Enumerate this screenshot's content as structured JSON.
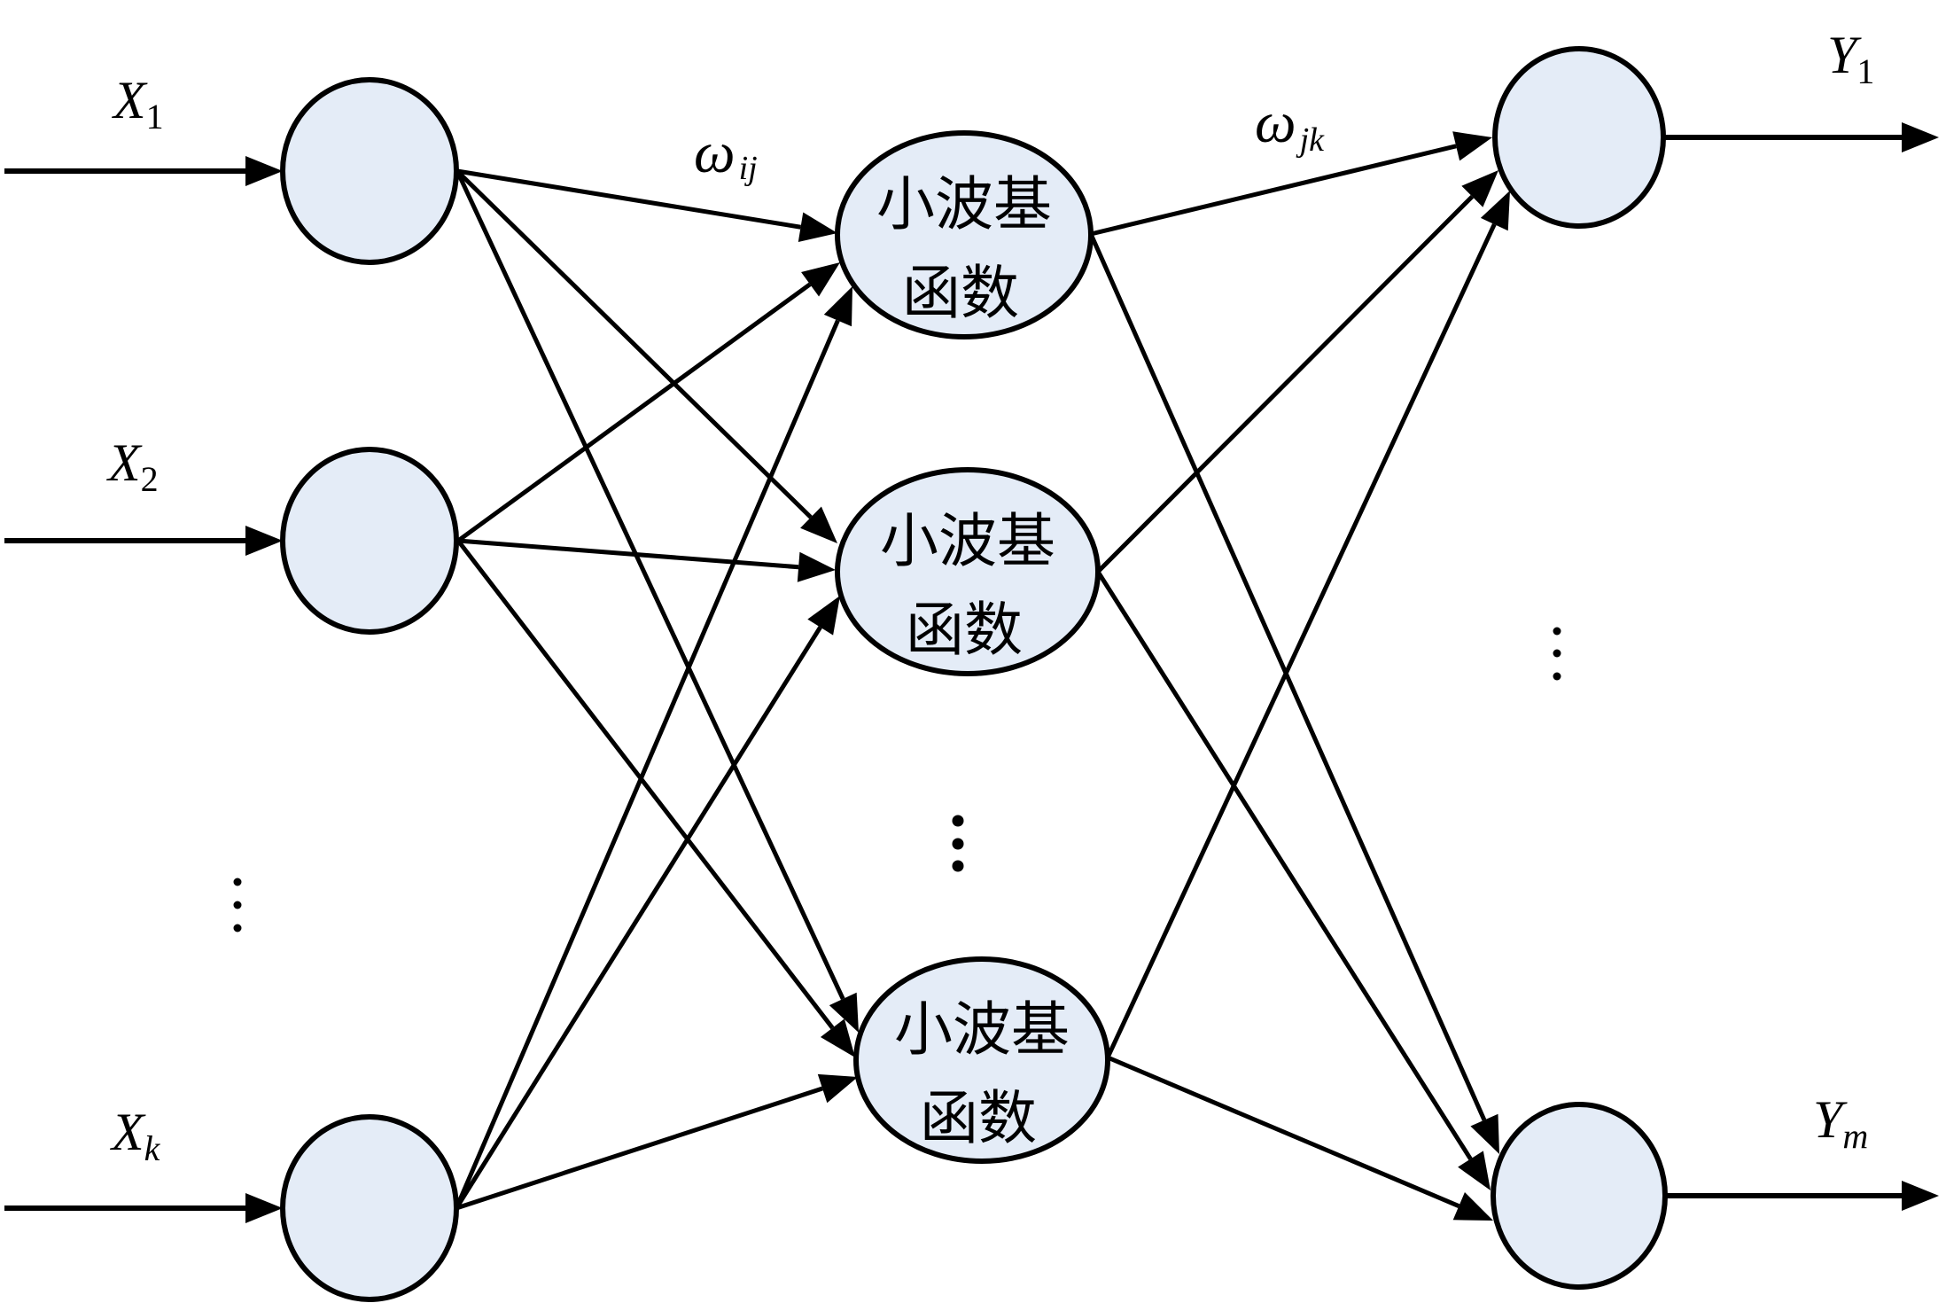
{
  "diagram": {
    "type": "wavelet-neural-network",
    "colors": {
      "node_fill": "#E4ECF7",
      "stroke": "#000000",
      "background": "#FFFFFF"
    },
    "input_layer": {
      "nodes": [
        {
          "id": "x1",
          "label_main": "X",
          "label_sub": "1",
          "sub_italic": false
        },
        {
          "id": "x2",
          "label_main": "X",
          "label_sub": "2",
          "sub_italic": false
        },
        {
          "id": "xk",
          "label_main": "X",
          "label_sub": "k",
          "sub_italic": true
        }
      ],
      "ellipsis": "⋮"
    },
    "hidden_layer": {
      "nodes": [
        {
          "id": "h1",
          "line1": "小波基",
          "line2": "函数"
        },
        {
          "id": "h2",
          "line1": "小波基",
          "line2": "函数"
        },
        {
          "id": "h3",
          "line1": "小波基",
          "line2": "函数"
        }
      ],
      "ellipsis": "⋮"
    },
    "output_layer": {
      "nodes": [
        {
          "id": "y1",
          "label_main": "Y",
          "label_sub": "1",
          "sub_italic": false
        },
        {
          "id": "ym",
          "label_main": "Y",
          "label_sub": "m",
          "sub_italic": true
        }
      ],
      "ellipsis": "⋮"
    },
    "weights": {
      "input_hidden": {
        "symbol": "ω",
        "sub": "ij"
      },
      "hidden_output": {
        "symbol": "ω",
        "sub": "jk"
      }
    },
    "connections": {
      "input_to_hidden": [
        [
          "x1",
          "h1"
        ],
        [
          "x1",
          "h2"
        ],
        [
          "x1",
          "h3"
        ],
        [
          "x2",
          "h1"
        ],
        [
          "x2",
          "h2"
        ],
        [
          "x2",
          "h3"
        ],
        [
          "xk",
          "h1"
        ],
        [
          "xk",
          "h2"
        ],
        [
          "xk",
          "h3"
        ]
      ],
      "hidden_to_output": [
        [
          "h1",
          "y1"
        ],
        [
          "h1",
          "ym"
        ],
        [
          "h2",
          "y1"
        ],
        [
          "h2",
          "ym"
        ],
        [
          "h3",
          "y1"
        ],
        [
          "h3",
          "ym"
        ]
      ]
    }
  }
}
